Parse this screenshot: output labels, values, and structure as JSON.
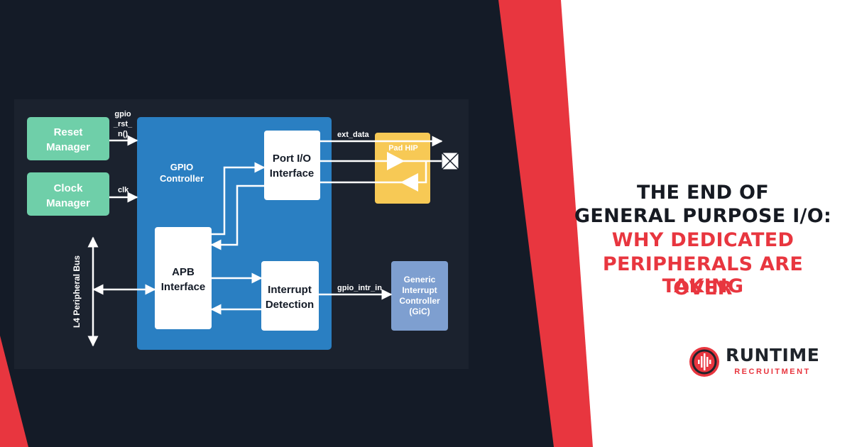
{
  "headline": {
    "line1": "THE END OF",
    "line2": "GENERAL PURPOSE I/O:",
    "line3": "WHY DEDICATED",
    "line4": "PERIPHERALS ARE TAKING",
    "line5": "OVER"
  },
  "logo": {
    "word": "RUNTIME",
    "sub": "RECRUITMENT"
  },
  "diagram": {
    "reset_manager": [
      "Reset",
      "Manager"
    ],
    "clock_manager": [
      "Clock",
      "Manager"
    ],
    "gpio_controller": [
      "GPIO",
      "Controller"
    ],
    "port_io": [
      "Port I/O",
      "Interface"
    ],
    "apb": [
      "APB",
      "Interface"
    ],
    "interrupt": [
      "Interrupt",
      "Detection"
    ],
    "pad_hip": "Pad HIP",
    "gic": [
      "Generic",
      "Interrupt",
      "Controller",
      "(GiC)"
    ],
    "bus": "L4 Peripheral Bus",
    "sig_rst": [
      "gpio",
      "_rst_",
      "n()"
    ],
    "sig_clk": "clk",
    "sig_ext": "ext_data",
    "sig_intr": "gpio_intr_in"
  },
  "colors": {
    "navy": "#141b27",
    "red": "#e8363f",
    "blue": "#2a7fc2",
    "green": "#6fcfa9",
    "yellow": "#f7c955",
    "gic": "#7e9fd0"
  }
}
